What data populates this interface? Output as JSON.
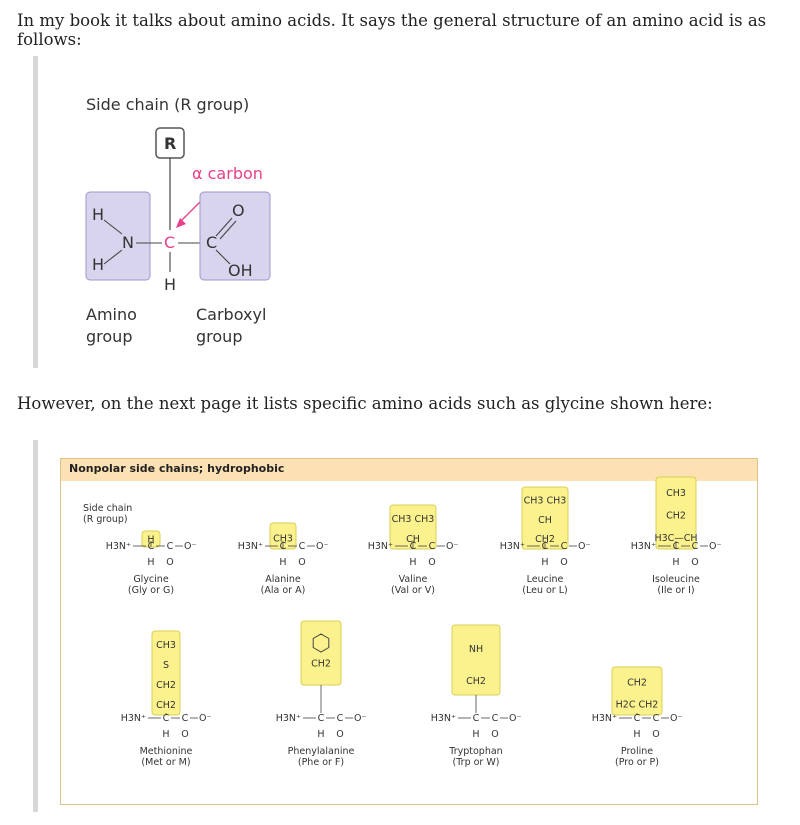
{
  "text": {
    "intro": "In my book it talks about amino acids. It says the general structure of an amino acid is as follows:",
    "mid": "However, on the next page it lists specific amino acids such as glycine shown here:"
  },
  "general_structure": {
    "side_chain_label": "Side chain (R group)",
    "r": "R",
    "alpha_carbon": "α carbon",
    "h": "H",
    "n": "N",
    "c": "C",
    "o": "O",
    "oh": "OH",
    "amino_label_1": "Amino",
    "amino_label_2": "group",
    "carboxyl_label_1": "Carboxyl",
    "carboxyl_label_2": "group"
  },
  "panel": {
    "header": "Nonpolar side chains; hydrophobic",
    "side_chain_1": "Side chain",
    "side_chain_2": "(R group)",
    "backbone": {
      "h3n": "H3N⁺",
      "c": "C",
      "o_minus": "O⁻",
      "h": "H",
      "o": "O"
    },
    "amino_acids": [
      {
        "name": "Glycine",
        "abbr": "(Gly or G)",
        "side": [
          "H"
        ]
      },
      {
        "name": "Alanine",
        "abbr": "(Ala or A)",
        "side": [
          "CH3"
        ]
      },
      {
        "name": "Valine",
        "abbr": "(Val or V)",
        "side": [
          "CH3 CH3",
          "CH"
        ]
      },
      {
        "name": "Leucine",
        "abbr": "(Leu or L)",
        "side": [
          "CH3 CH3",
          "CH",
          "CH2"
        ]
      },
      {
        "name": "Isoleucine",
        "abbr": "(Ile or I)",
        "side": [
          "CH3",
          "CH2",
          "H3C—CH"
        ]
      },
      {
        "name": "Methionine",
        "abbr": "(Met or M)",
        "side": [
          "CH3",
          "S",
          "CH2",
          "CH2"
        ]
      },
      {
        "name": "Phenylalanine",
        "abbr": "(Phe or F)",
        "side": [
          "CH2"
        ]
      },
      {
        "name": "Tryptophan",
        "abbr": "(Trp or W)",
        "side": [
          "NH",
          "CH2"
        ]
      },
      {
        "name": "Proline",
        "abbr": "(Pro or P)",
        "side": [
          "CH2",
          "H2C  CH2"
        ]
      }
    ]
  },
  "colors": {
    "group_box": "#d8d4ee",
    "side_highlight": "#fbf28d",
    "header_bg": "#fbe1b4",
    "alpha_pink": "#e8408a"
  }
}
